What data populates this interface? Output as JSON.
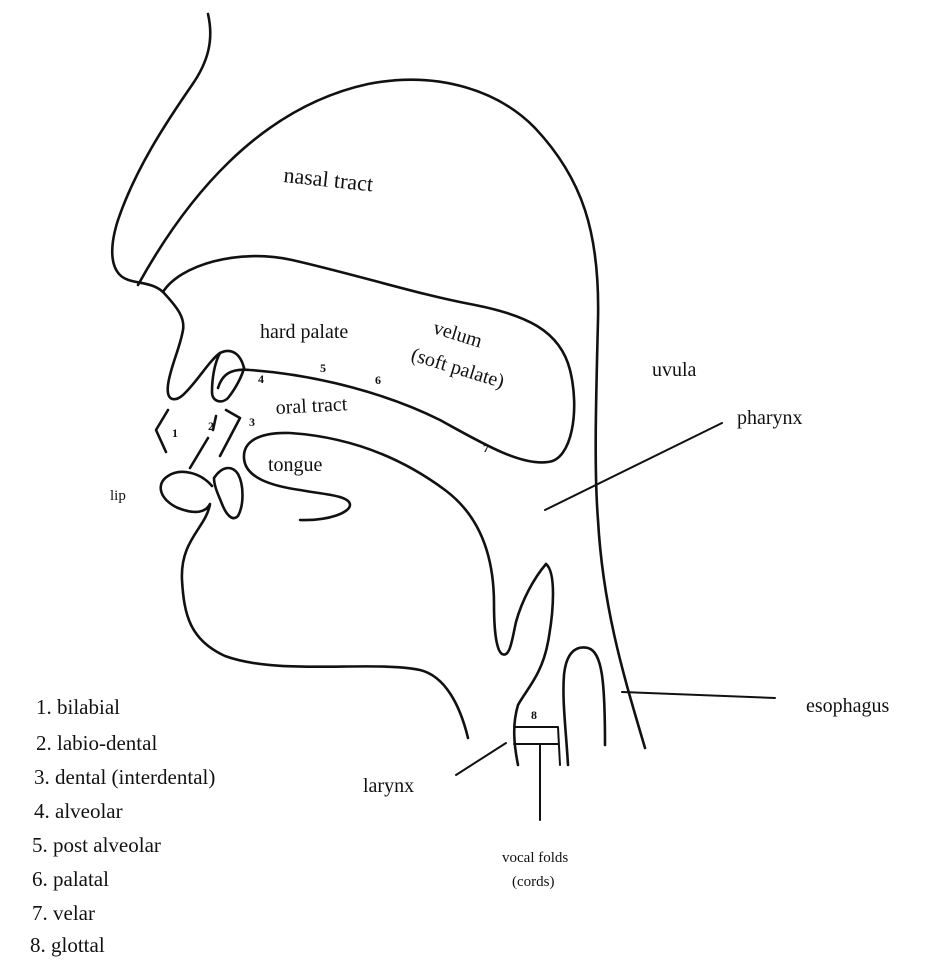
{
  "labels": {
    "nasal_tract": "nasal tract",
    "hard_palate": "hard palate",
    "velum": "velum",
    "soft_palate": "(soft palate)",
    "uvula": "uvula",
    "pharynx": "pharynx",
    "oral_tract": "oral tract",
    "tongue": "tongue",
    "lip": "lip",
    "esophagus": "esophagus",
    "larynx": "larynx",
    "vocal_folds": "vocal folds",
    "cords": "(cords)"
  },
  "place_markers": [
    "1",
    "2",
    "3",
    "4",
    "5",
    "6",
    "7",
    "8"
  ],
  "legend": [
    "1.  bilabial",
    "2.  labio-dental",
    "3. dental (interdental)",
    "4. alveolar",
    "5. post alveolar",
    "6. palatal",
    "7. velar",
    "8. glottal"
  ]
}
